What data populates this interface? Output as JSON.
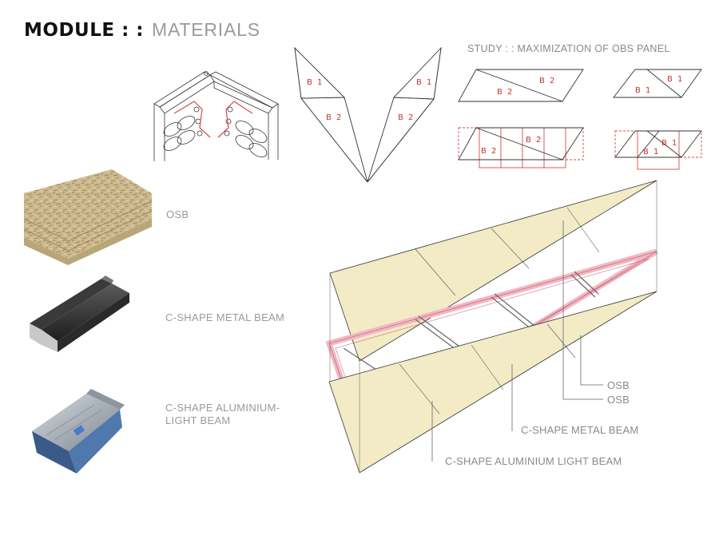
{
  "title": {
    "bold": "MODULE : :",
    "light": "MATERIALS"
  },
  "study": {
    "title": "STUDY : : MAXIMIZATION OF OBS PANEL"
  },
  "panel_labels": {
    "b1": "B 1",
    "b2": "B 2"
  },
  "materials": [
    {
      "label": "OSB"
    },
    {
      "label": "C-SHAPE METAL BEAM"
    },
    {
      "label": "C-SHAPE ALUMINIUM-\nLIGHT BEAM"
    }
  ],
  "callouts": {
    "osb_1": "OSB",
    "osb_2": "OSB",
    "metal_beam": "C-SHAPE METAL BEAM",
    "alu_beam": "C-SHAPE ALUMINIUM LIGHT BEAM"
  },
  "colors": {
    "osb_panel": "#f2ebc6",
    "frame_pink": "#f4b6c2",
    "red_line": "#d94848"
  }
}
